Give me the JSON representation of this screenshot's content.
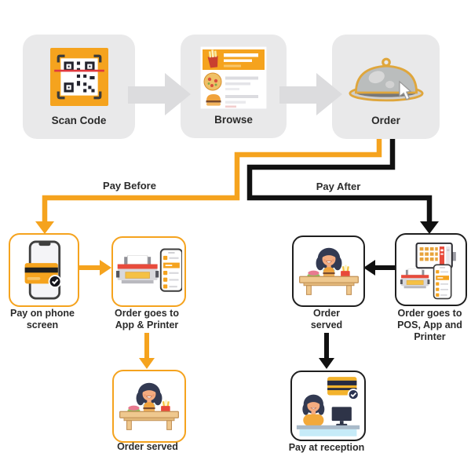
{
  "top_steps": [
    {
      "id": "scan-code",
      "label": "Scan Code",
      "icon": "qr-scan-icon"
    },
    {
      "id": "browse",
      "label": "Browse",
      "icon": "menu-card-icon"
    },
    {
      "id": "order",
      "label": "Order",
      "icon": "cloche-icon"
    }
  ],
  "branch_labels": {
    "pay_before": "Pay Before",
    "pay_after": "Pay After"
  },
  "pay_before_steps": [
    {
      "id": "pay-on-phone",
      "label": "Pay on phone screen",
      "icon": "phone-card-icon"
    },
    {
      "id": "order-to-app-printer",
      "label": "Order goes to App & Printer",
      "icon": "printer-phone-icon"
    },
    {
      "id": "order-served-before",
      "label": "Order served",
      "icon": "diner-table-icon"
    }
  ],
  "pay_after_steps": [
    {
      "id": "order-to-pos-app-printer",
      "label": "Order goes to POS, App and Printer",
      "icon": "pos-printer-phone-icon"
    },
    {
      "id": "order-served-after",
      "label": "Order served",
      "icon": "diner-table-icon"
    },
    {
      "id": "pay-at-reception",
      "label": "Pay at reception",
      "icon": "reception-desk-icon"
    }
  ],
  "colors": {
    "accent_orange": "#f5a31e",
    "path_black": "#111111",
    "step_box_gray": "#e9e9ea",
    "chevron_gray": "#dcdcde",
    "alert_red": "#e84b3c",
    "text": "#2b2b2b"
  }
}
